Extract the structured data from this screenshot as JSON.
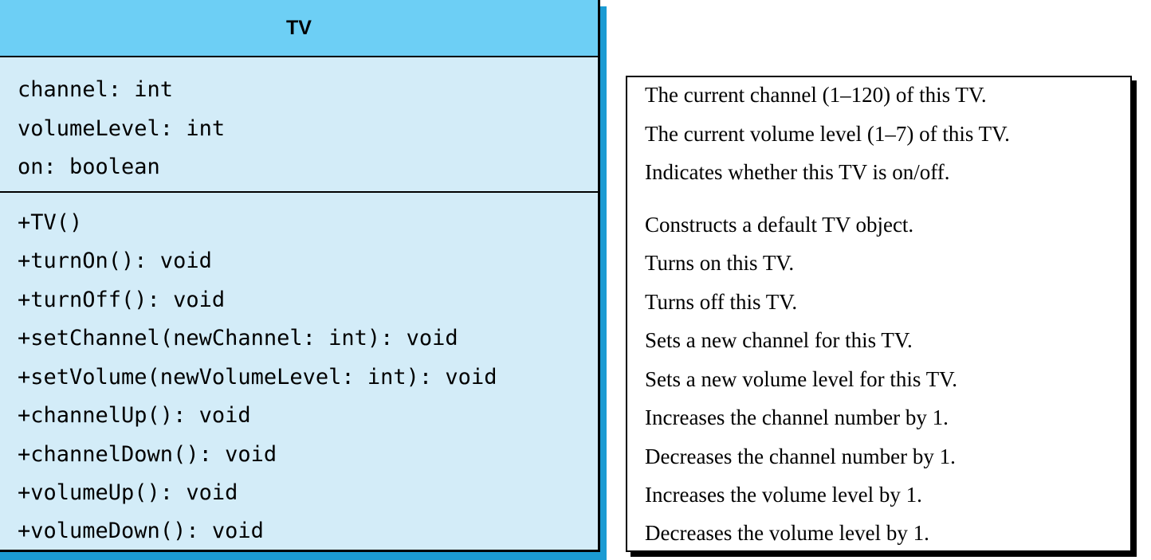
{
  "uml_class": {
    "name": "TV",
    "attributes": [
      "channel: int",
      "volumeLevel: int",
      "on: boolean"
    ],
    "methods": [
      "+TV()",
      "+turnOn(): void",
      "+turnOff(): void",
      "+setChannel(newChannel: int): void",
      "+setVolume(newVolumeLevel: int): void",
      "+channelUp(): void",
      "+channelDown(): void",
      "+volumeUp(): void",
      "+volumeDown(): void"
    ]
  },
  "descriptions": {
    "attributes": [
      "The current channel (1–120) of this TV.",
      "The current volume level (1–7) of this TV.",
      "Indicates whether this TV is on/off."
    ],
    "methods": [
      "Constructs a default TV object.",
      "Turns on this TV.",
      "Turns off this TV.",
      "Sets a new channel for this TV.",
      "Sets a new volume level for this TV.",
      "Increases the channel number by 1.",
      "Decreases the channel number by 1.",
      "Increases the volume level by 1.",
      "Decreases the volume level by 1."
    ]
  },
  "colors": {
    "header_fill": "#6dcff5",
    "body_fill": "#d3ecf8",
    "shadow": "#1b9bd3"
  }
}
